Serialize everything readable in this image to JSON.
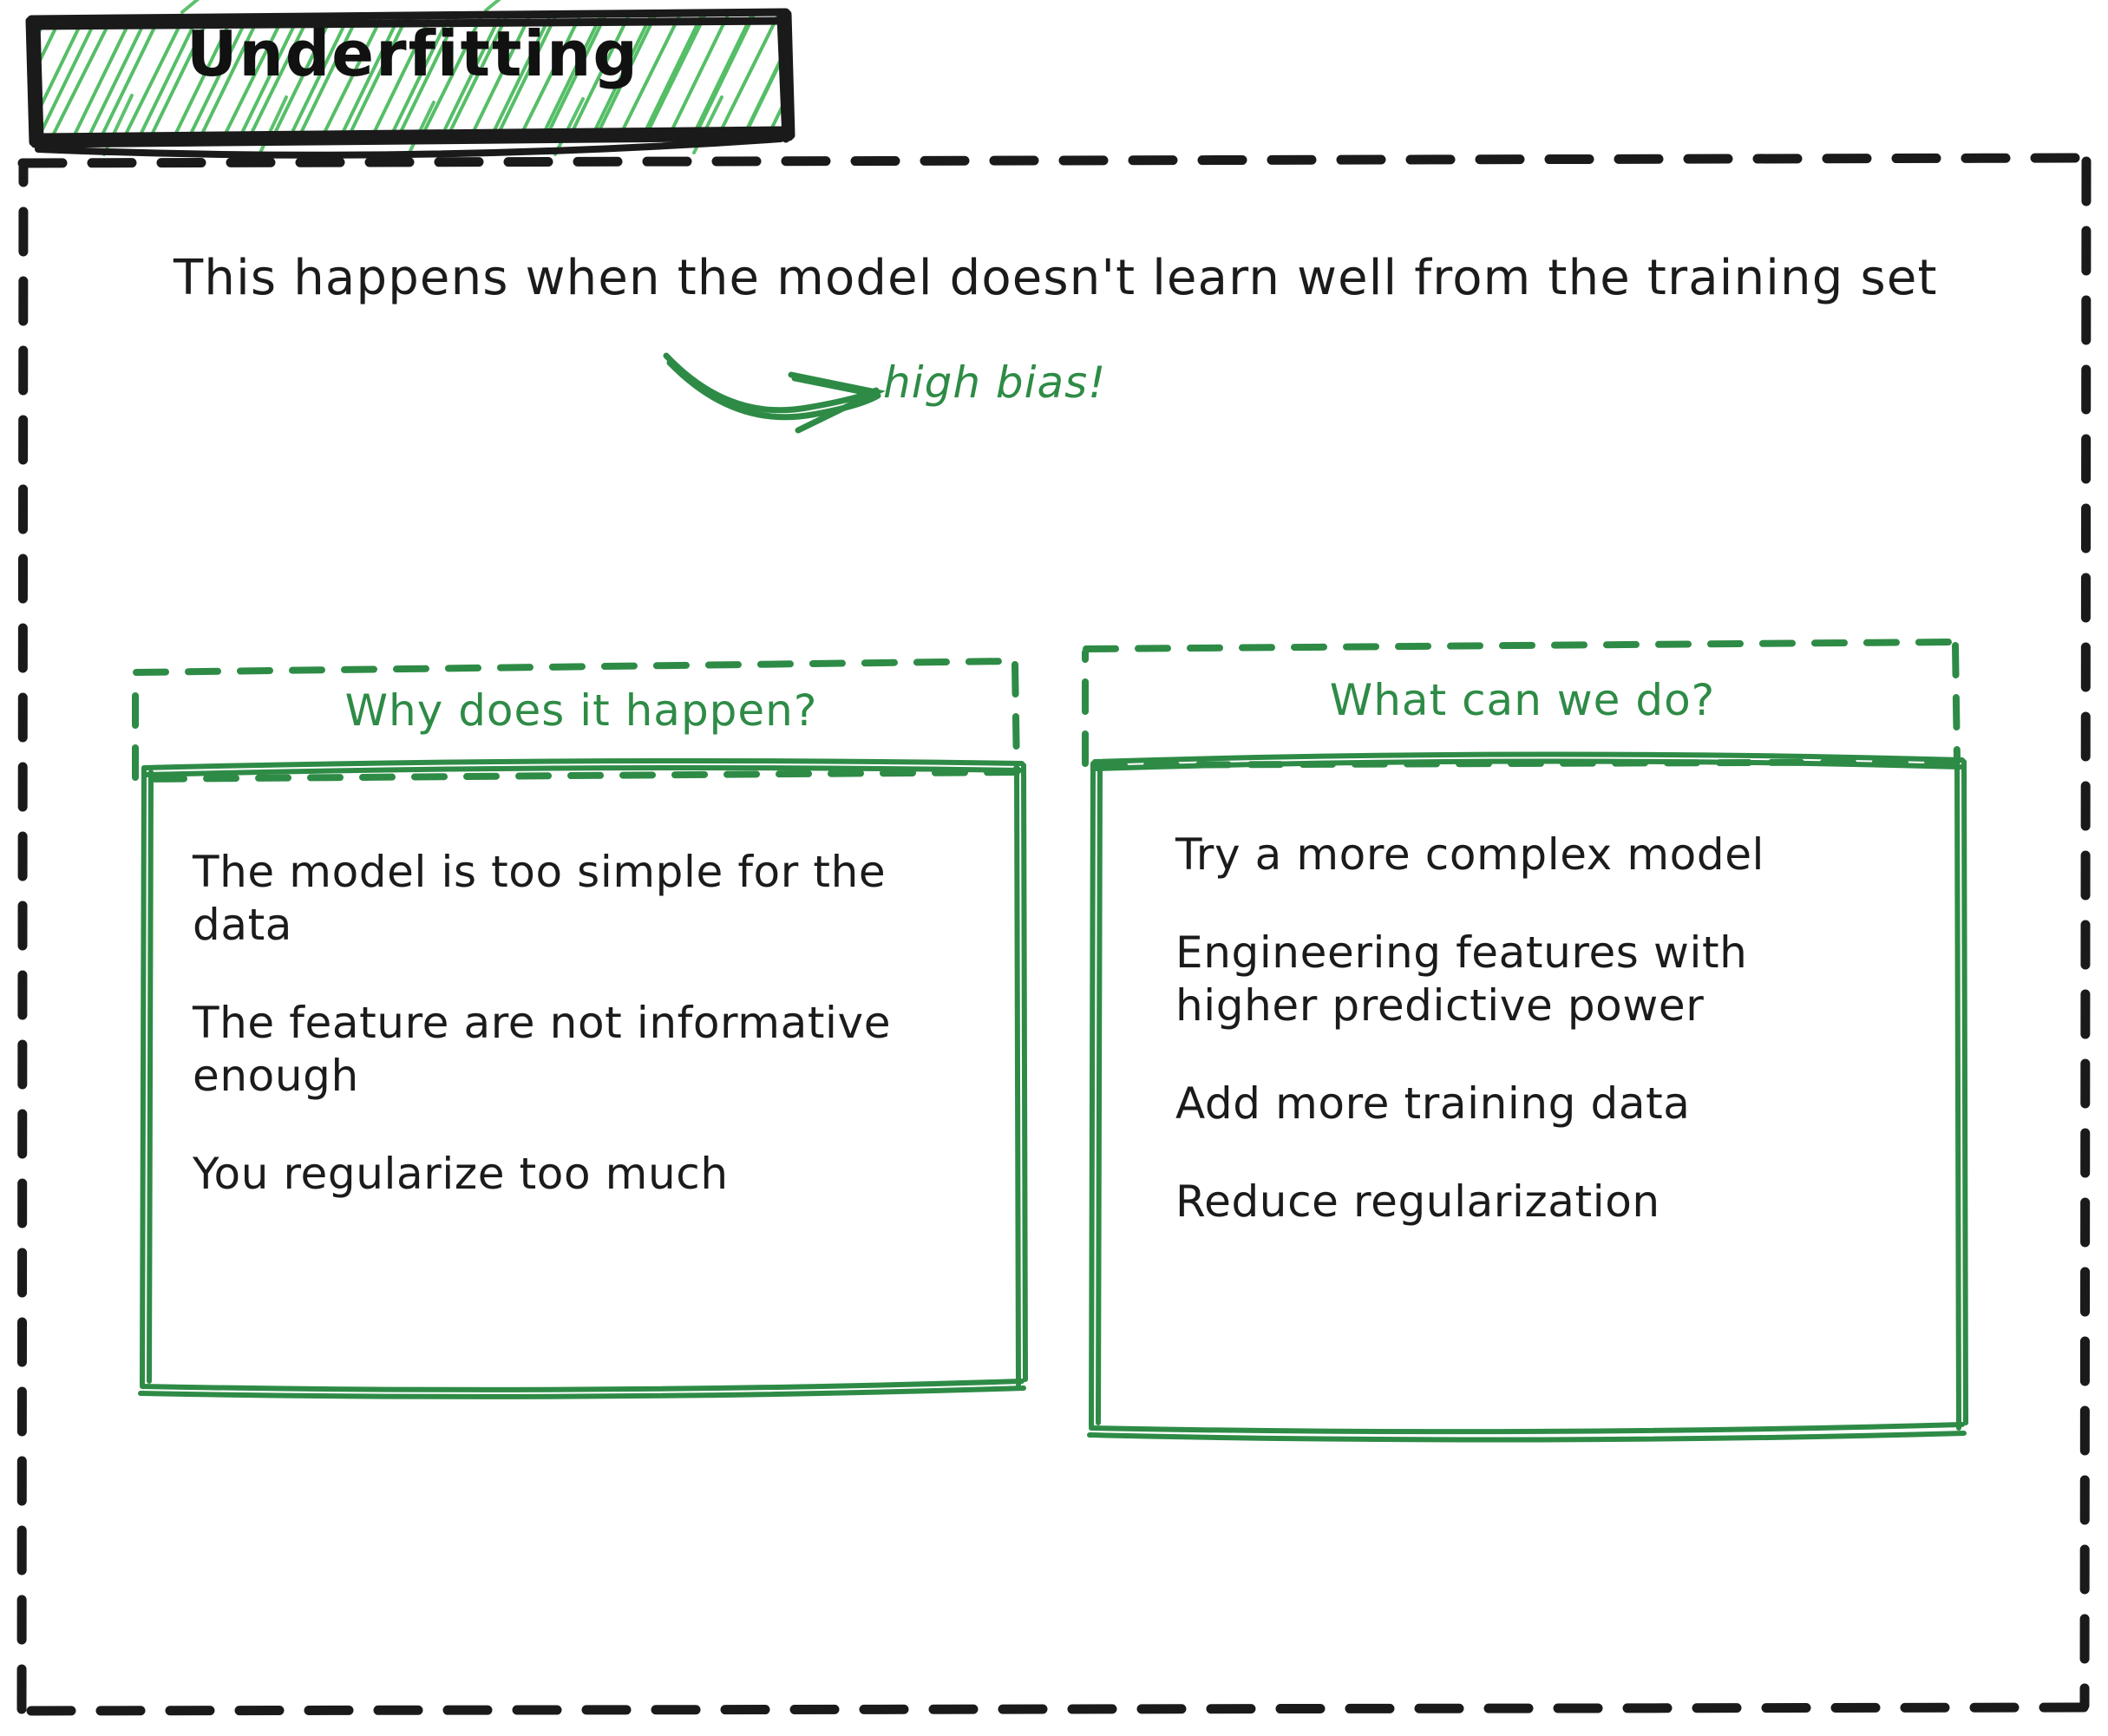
{
  "banner": {
    "title": "Underfitting",
    "border_color": "#1a1a1a",
    "hatch_color": "#4cbb5f"
  },
  "outer_frame": {
    "style": "dashed",
    "color": "#1a1a1a"
  },
  "intro": {
    "text": "This happens when the model doesn't learn well from the training set"
  },
  "annotation": {
    "label": "high bias!",
    "arrow": "curved-arrow-right",
    "color": "#2e8b46"
  },
  "panels": [
    {
      "id": "why",
      "header": "Why does it happen?",
      "header_color": "#2e8b46",
      "header_border": "dashed",
      "body_border": "solid",
      "items": [
        "The model is too simple for\nthe data",
        "The feature are not\ninformative enough",
        "You regularize too much"
      ]
    },
    {
      "id": "what",
      "header": "What can we do?",
      "header_color": "#2e8b46",
      "header_border": "dashed",
      "body_border": "solid",
      "items": [
        "Try a more complex model",
        "Engineering features with\nhigher predictive power",
        "Add more training data",
        "Reduce regularization"
      ]
    }
  ],
  "colors": {
    "green": "#2e8b46",
    "light_green": "#4cbb5f",
    "ink": "#1a1a1a",
    "background": "#ffffff"
  }
}
